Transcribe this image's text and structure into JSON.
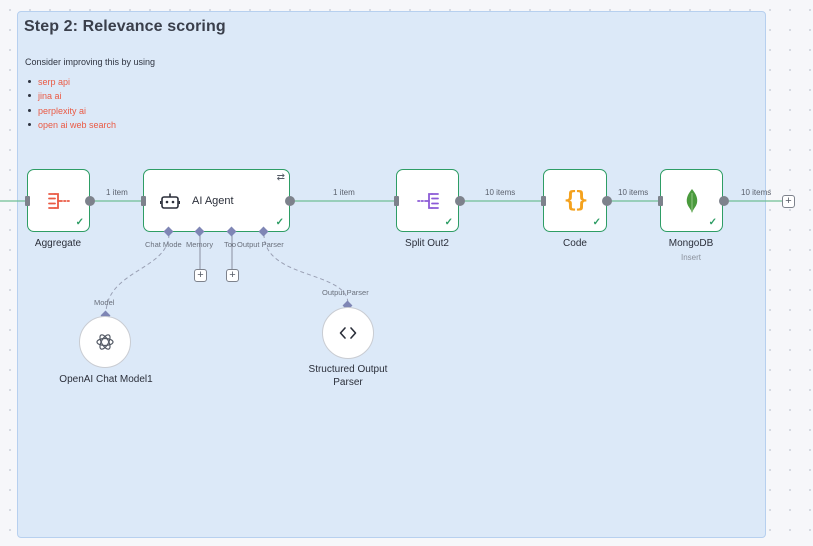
{
  "sticky": {
    "title": "Step 2: Relevance scoring",
    "subtitle": "Consider improving this by using",
    "links": [
      "serp api",
      "jina ai",
      "perplexity ai",
      "open ai web search"
    ]
  },
  "nodes": {
    "aggregate": {
      "label": "Aggregate",
      "icon": "aggregate-icon"
    },
    "ai_agent": {
      "label": "AI Agent",
      "icon": "robot-icon"
    },
    "split_out": {
      "label": "Split Out2",
      "icon": "split-icon"
    },
    "code": {
      "label": "Code",
      "icon": "braces-icon"
    },
    "mongodb": {
      "label": "MongoDB",
      "sublabel": "Insert",
      "icon": "mongodb-leaf-icon"
    },
    "openai": {
      "label": "OpenAI Chat Model1",
      "icon": "openai-icon"
    },
    "parser": {
      "label_line1": "Structured Output",
      "label_line2": "Parser",
      "icon": "code-brackets-icon"
    }
  },
  "agent_inputs": {
    "chat_model": "Chat Mode",
    "memory": "Memory",
    "tool": "Too",
    "output_parser": "Output Parser"
  },
  "sub_ports": {
    "model": "Model",
    "output_parser": "Output Parser"
  },
  "edges": {
    "aggregate_to_agent": "1 item",
    "agent_to_split": "1 item",
    "split_to_code": "10 items",
    "code_to_mongo": "10 items",
    "mongo_out": "10 items"
  },
  "colors": {
    "success": "#2e9d65",
    "sticky_bg": "#dce9f8",
    "link": "#ea5a44",
    "aggregate_icon": "#ea5a44",
    "split_icon": "#8c5bd6",
    "code_icon": "#f4a21e",
    "mongo_icon": "#4a9a3d"
  }
}
